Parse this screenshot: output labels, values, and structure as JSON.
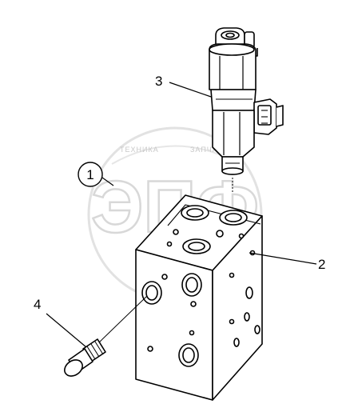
{
  "diagram": {
    "watermark": {
      "top_text": "ТЕХНИКА",
      "top_text_right": "ЗАПЧАСТИ",
      "logo_letters": "ЭПФ"
    },
    "callouts": [
      {
        "id": "1",
        "label": "1",
        "circled": true
      },
      {
        "id": "2",
        "label": "2",
        "circled": false
      },
      {
        "id": "3",
        "label": "3",
        "circled": false
      },
      {
        "id": "4",
        "label": "4",
        "circled": false
      }
    ]
  }
}
